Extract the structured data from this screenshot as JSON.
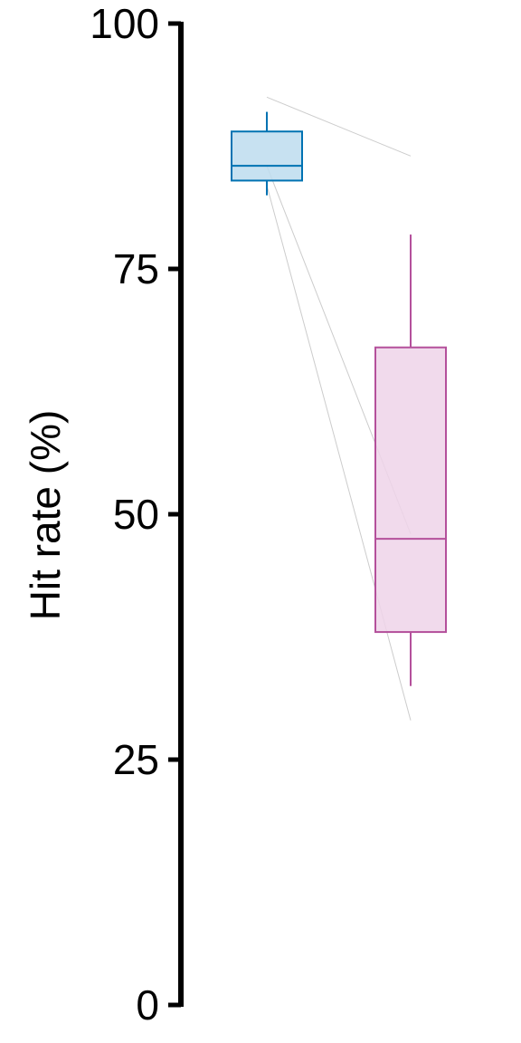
{
  "chart_data": {
    "type": "box",
    "title": "",
    "xlabel": "",
    "ylabel": "Hit rate (%)",
    "ylim": [
      0,
      100
    ],
    "yticks": [
      0,
      25,
      50,
      75,
      100
    ],
    "ytick_labels": [
      "0",
      "25",
      "50",
      "75",
      "100"
    ],
    "grid": false,
    "legend": "none",
    "series": [
      {
        "color": "#0072B2",
        "fill": "#BDDCEE",
        "whisker_low": 82.5,
        "q1": 84,
        "median": 85.5,
        "q3": 89,
        "whisker_high": 91
      },
      {
        "color": "#B4509B",
        "fill": "#EED4E9",
        "whisker_low": 32.5,
        "q1": 38,
        "median": 47.5,
        "q3": 67,
        "whisker_high": 78.5
      }
    ],
    "paired_lines": [
      [
        92.5,
        86.5
      ],
      [
        85.5,
        48
      ],
      [
        83.5,
        29
      ]
    ],
    "paired_line_color": "#CCCCCC"
  }
}
